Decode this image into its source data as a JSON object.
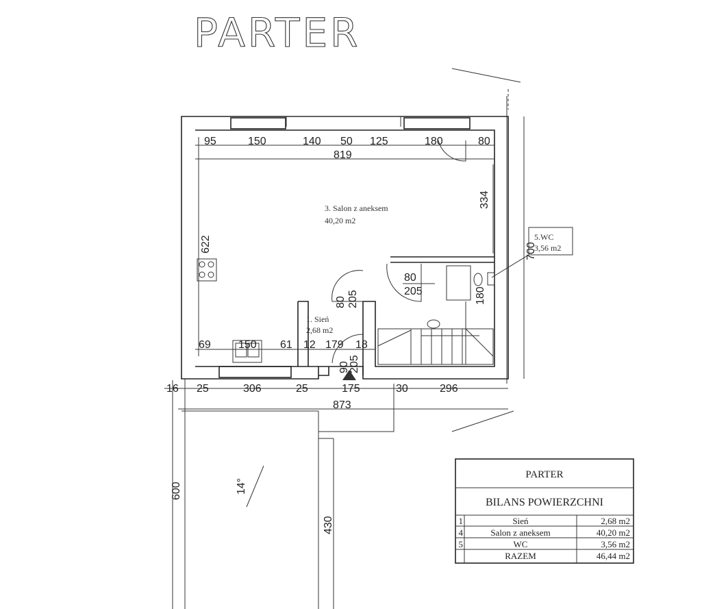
{
  "title": "PARTER",
  "rooms": {
    "salon_name": "3. Salon z aneksem",
    "salon_area": "40,20 m2",
    "wc_name": "5.WC",
    "wc_area": "3,56 m2",
    "sien_name": "1. Sień",
    "sien_area": "2,68 m2"
  },
  "dimensions": {
    "top": [
      "95",
      "150",
      "140",
      "50",
      "125",
      "180",
      "80"
    ],
    "top_total": "819",
    "right_inner": "334",
    "right_outer": "700",
    "left_inner": "622",
    "door_salon": [
      "80",
      "205"
    ],
    "door_wc": [
      "80",
      "205"
    ],
    "stair": "180",
    "bottom_inner": [
      "69",
      "150",
      "61",
      "12",
      "179",
      "18"
    ],
    "door_entry": [
      "90",
      "205"
    ],
    "bottom_outer": [
      "16",
      "25",
      "306",
      "25",
      "175",
      "30",
      "296"
    ],
    "bottom_total": "873",
    "terrace_left": "600",
    "terrace_right": "430",
    "slope": "14°"
  },
  "table": {
    "title": "PARTER",
    "subtitle": "BILANS POWIERZCHNI",
    "rows": [
      {
        "no": "1",
        "name": "Sień",
        "area": "2,68 m2"
      },
      {
        "no": "4",
        "name": "Salon z aneksem",
        "area": "40,20 m2"
      },
      {
        "no": "5",
        "name": "WC",
        "area": "3,56 m2"
      },
      {
        "no": "",
        "name": "RAZEM",
        "area": "46,44 m2"
      }
    ]
  }
}
